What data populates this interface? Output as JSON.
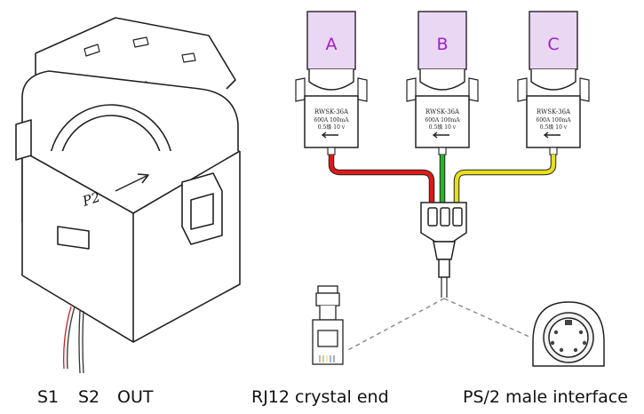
{
  "labels": {
    "s1": "S1",
    "s2": "S2",
    "out": "OUT",
    "rj12": "RJ12 crystal end",
    "ps2": "PS/2 male interface",
    "p2_mark": "P2"
  },
  "sensors": [
    {
      "letter": "A",
      "wire_color": "#e01818",
      "model": "RWSK-36A",
      "rating": "600A 100mA",
      "spec": "0.5级 10 v"
    },
    {
      "letter": "B",
      "wire_color": "#22b822",
      "model": "RWSK-36A",
      "rating": "600A 100mA",
      "spec": "0.5级 10 v"
    },
    {
      "letter": "C",
      "wire_color": "#e8e018",
      "model": "RWSK-36A",
      "rating": "600A 100mA",
      "spec": "0.5级 10 v"
    }
  ],
  "colors": {
    "phase_letter": "#a020c8",
    "window_fill": "#ead7f4",
    "line": "#222222"
  }
}
